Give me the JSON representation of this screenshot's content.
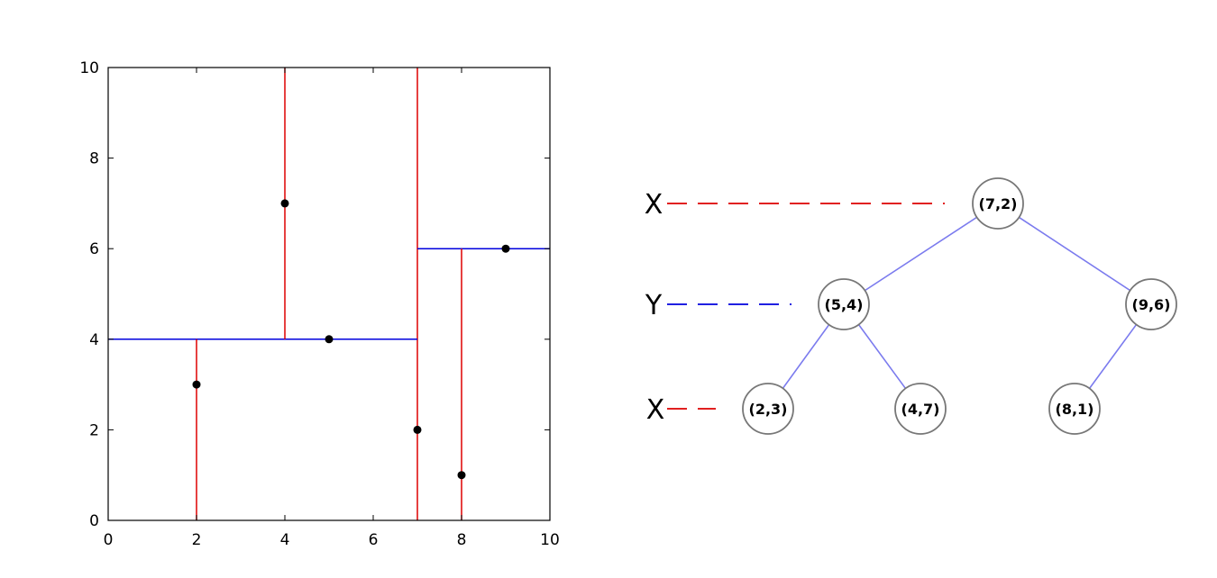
{
  "plot": {
    "xlim": [
      0,
      10
    ],
    "ylim": [
      0,
      10
    ],
    "x_ticks": [
      0,
      2,
      4,
      6,
      8,
      10
    ],
    "y_ticks": [
      0,
      2,
      4,
      6,
      8,
      10
    ],
    "x_tick_labels": [
      "0",
      "2",
      "4",
      "6",
      "8",
      "10"
    ],
    "y_tick_labels": [
      "0",
      "2",
      "4",
      "6",
      "8",
      "10"
    ],
    "points": [
      [
        2,
        3
      ],
      [
        5,
        4
      ],
      [
        9,
        6
      ],
      [
        4,
        7
      ],
      [
        8,
        1
      ],
      [
        7,
        2
      ]
    ],
    "splits": [
      {
        "axis": "x",
        "value": 7,
        "from": 0,
        "to": 10,
        "color": "#dd0000"
      },
      {
        "axis": "y",
        "value": 4,
        "from": 0,
        "to": 7,
        "color": "#0000dd"
      },
      {
        "axis": "y",
        "value": 6,
        "from": 7,
        "to": 10,
        "color": "#0000dd"
      },
      {
        "axis": "x",
        "value": 2,
        "from": 0,
        "to": 4,
        "color": "#dd0000"
      },
      {
        "axis": "x",
        "value": 4,
        "from": 4,
        "to": 10,
        "color": "#dd0000"
      },
      {
        "axis": "x",
        "value": 8,
        "from": 0,
        "to": 6,
        "color": "#dd0000"
      }
    ],
    "point_color": "#000000"
  },
  "tree": {
    "nodes": [
      {
        "id": "n72",
        "label": "(7,2)",
        "depth": 0
      },
      {
        "id": "n54",
        "label": "(5,4)",
        "depth": 1
      },
      {
        "id": "n96",
        "label": "(9,6)",
        "depth": 1
      },
      {
        "id": "n23",
        "label": "(2,3)",
        "depth": 2
      },
      {
        "id": "n47",
        "label": "(4,7)",
        "depth": 2
      },
      {
        "id": "n81",
        "label": "(8,1)",
        "depth": 2
      }
    ],
    "edges": [
      [
        "n72",
        "n54"
      ],
      [
        "n72",
        "n96"
      ],
      [
        "n54",
        "n23"
      ],
      [
        "n54",
        "n47"
      ],
      [
        "n96",
        "n81"
      ]
    ],
    "levels": [
      {
        "label": "X",
        "color": "#dd0000"
      },
      {
        "label": "Y",
        "color": "#0000dd"
      },
      {
        "label": "X",
        "color": "#dd0000"
      }
    ],
    "edge_color": "#7b7bee",
    "node_border_color": "#777777"
  }
}
